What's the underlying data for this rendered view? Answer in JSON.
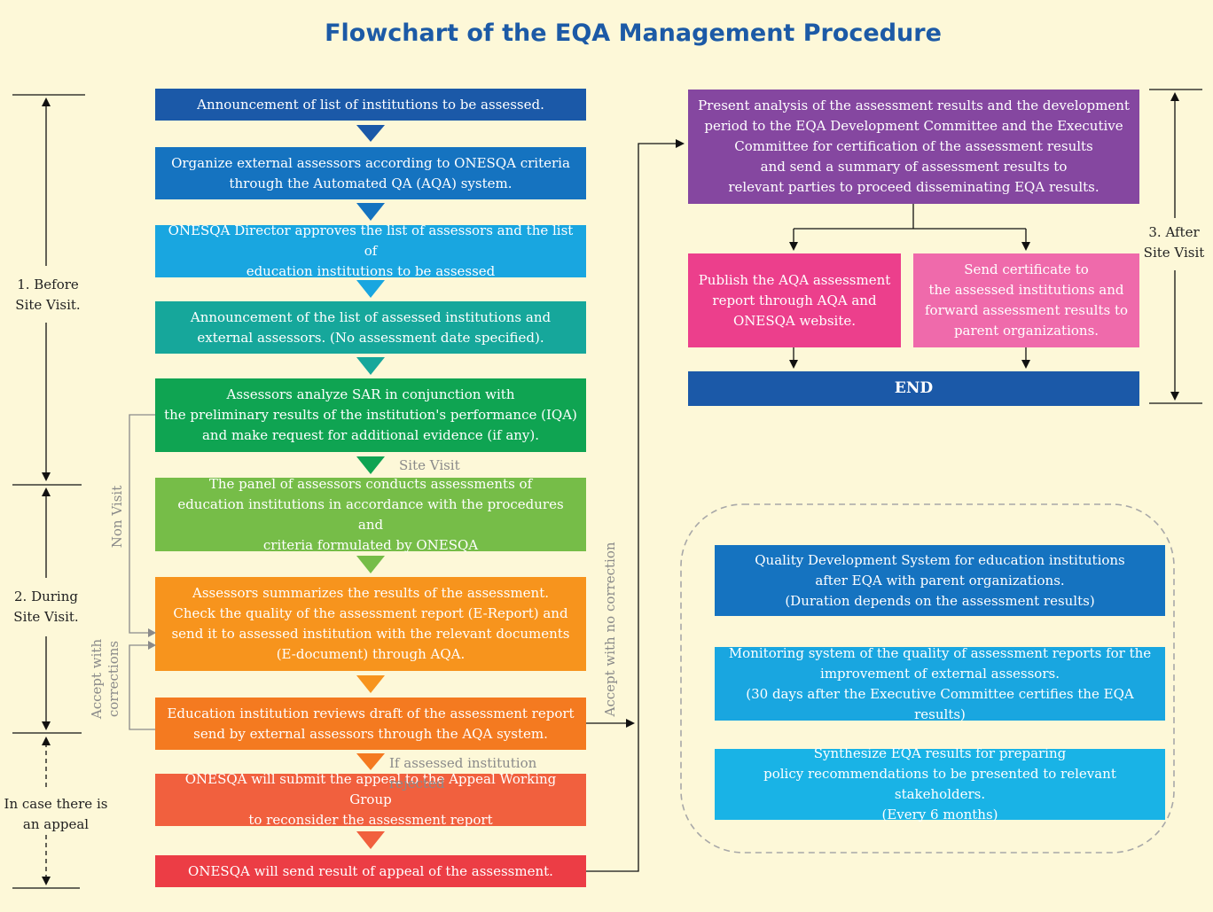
{
  "title": "Flowchart of the EQA Management Procedure",
  "phases": {
    "before": "1. Before\nSite Visit.",
    "during": "2. During\nSite Visit.",
    "appeal": "In case there is\nan appeal",
    "after": "3. After\nSite Visit"
  },
  "steps": [
    {
      "text": "Announcement of list of institutions to be assessed.",
      "color": "#1b59a8"
    },
    {
      "text": "Organize external assessors according to ONESQA criteria\nthrough the Automated QA (AQA) system.",
      "color": "#1573c0"
    },
    {
      "text": "ONESQA Director approves the list of assessors and the list of\neducation institutions to be assessed",
      "color": "#19a6e0"
    },
    {
      "text": "Announcement of the list of assessed institutions and\nexternal assessors. (No assessment date specified).",
      "color": "#16a79b"
    },
    {
      "text": "Assessors analyze SAR in conjunction with\nthe preliminary results of the institution's performance (IQA)\nand make request for additional evidence (if any).",
      "color": "#0fa452"
    },
    {
      "text": "The panel of assessors conducts assessments of\neducation institutions in accordance with the procedures and\ncriteria formulated by ONESQA",
      "color": "#76bd48"
    },
    {
      "text": "Assessors summarizes the results of the assessment.\nCheck the quality of the assessment report (E-Report) and\nsend it to assessed institution with the relevant documents\n(E-document) through AQA.",
      "color": "#f7941d"
    },
    {
      "text": "Education institution reviews draft of the assessment report\nsend by external assessors through the AQA system.",
      "color": "#f47a20"
    },
    {
      "text": "ONESQA will submit the appeal to the Appeal Working Group\nto reconsider the assessment report",
      "color": "#f1603e"
    },
    {
      "text": "ONESQA will send result of appeal of the assessment.",
      "color": "#ec3d45"
    }
  ],
  "arrow_colors": [
    "#1b59a8",
    "#1573c0",
    "#19a6e0",
    "#16a79b",
    "#0fa452",
    "#76bd48",
    "#f7941d",
    "#f47a20",
    "#f1603e"
  ],
  "flow_labels": {
    "site_visit": "Site Visit",
    "if_rejected": "If assessed institution rejected",
    "non_visit": "Non Visit",
    "accept_with_corrections": "Accept with\ncorrections",
    "accept_no_correction": "Accept with no correction"
  },
  "after": {
    "present": {
      "text": "Present analysis of the assessment results and the development\nperiod to the EQA Development Committee and the Executive\nCommittee for certification of the assessment results\nand send a summary of assessment results to\nrelevant parties to proceed disseminating EQA results.",
      "color": "#8547a0"
    },
    "publish": {
      "text": "Publish the AQA assessment\nreport through AQA and\nONESQA website.",
      "color": "#ec3f8c"
    },
    "certificate": {
      "text": "Send certificate to\nthe assessed institutions and\nforward assessment results to\nparent organizations.",
      "color": "#ef6aab"
    },
    "end": {
      "text": "END",
      "color": "#1b59a8"
    }
  },
  "systems": [
    {
      "text": "Quality Development System for education institutions\nafter EQA with parent organizations.\n(Duration depends on the assessment results)",
      "color": "#1573c0"
    },
    {
      "text": "Monitoring system of the quality of assessment reports for the\nimprovement of external assessors.\n(30 days after the Executive Committee certifies the EQA results)",
      "color": "#19a6e0"
    },
    {
      "text": "Synthesize EQA results for preparing\npolicy recommendations to be presented to relevant stakeholders.\n(Every 6 months)",
      "color": "#19b3e6"
    }
  ]
}
